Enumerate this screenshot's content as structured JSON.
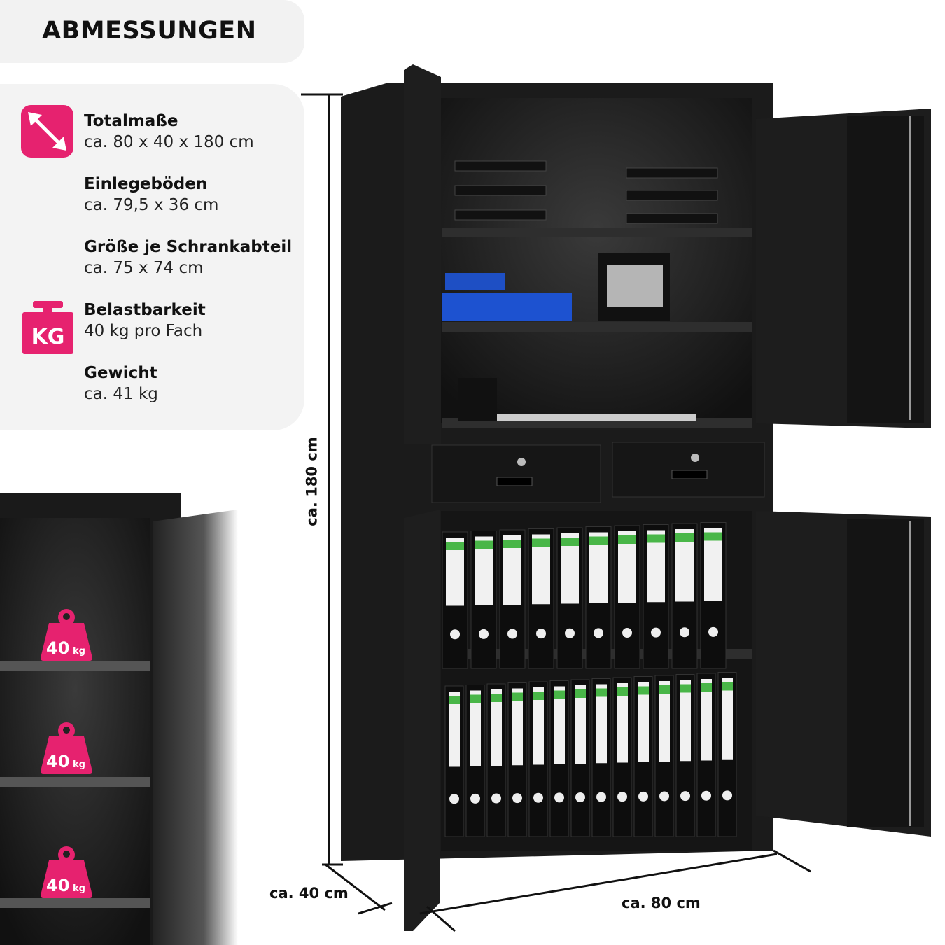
{
  "header": {
    "title": "ABMESSUNGEN"
  },
  "specs": [
    {
      "title": "Totalmaße",
      "value": "ca. 80 x 40 x 180 cm",
      "icon": "diagonal-arrow-icon"
    },
    {
      "title": "Einlegeböden",
      "value": "ca. 79,5 x 36 cm"
    },
    {
      "title": "Größe je Schrankabteil",
      "value": "ca. 75 x 74 cm"
    },
    {
      "title": "Belastbarkeit",
      "value": "40 kg pro Fach",
      "icon": "kg-weight-icon"
    },
    {
      "title": "Gewicht",
      "value": "ca. 41 kg"
    }
  ],
  "kg_icon_text": "KG",
  "shelf_load_badges": [
    {
      "number": "40",
      "unit": "kg"
    },
    {
      "number": "40",
      "unit": "kg"
    },
    {
      "number": "40",
      "unit": "kg"
    }
  ],
  "dimensions": {
    "height": "ca. 180 cm",
    "depth": "ca. 40 cm",
    "width": "ca. 80 cm"
  },
  "colors": {
    "accent": "#e6226f",
    "panel": "#f3f3f3",
    "cabinet": "#1c1c1c",
    "binder_label": "#49b648"
  }
}
